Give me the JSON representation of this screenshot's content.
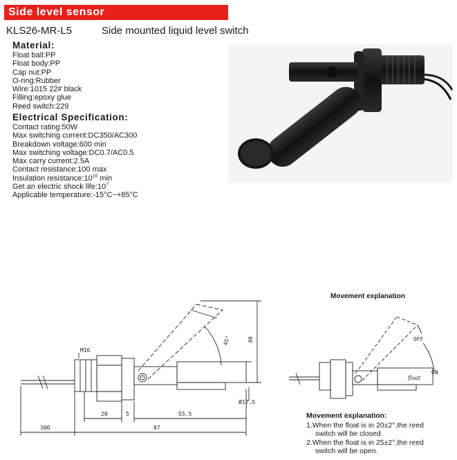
{
  "header": {
    "banner": "Side level sensor",
    "model": "KLS26-MR-L5",
    "description": "Side mounted liquid level switch"
  },
  "material": {
    "title": "Material:",
    "items": [
      "Float ball:PP",
      "Float body:PP",
      "Cap nut:PP",
      "O-ring:Rubber",
      "Wire:1015 22# black",
      "Filling:epoxy glue",
      "Reed switch:229"
    ]
  },
  "electrical": {
    "title": "Electrical Specification:",
    "items": [
      "Contact rating:50W",
      "Max switching current:DC350/AC300",
      "Breakdown voltage:600 min",
      "Max switching voltage:DC0.7/AC0.5",
      "Max carry current:2.5A",
      "Contact resistance:100 max"
    ],
    "insulation_prefix": "Insulation resistance:10",
    "insulation_exp": "10",
    "insulation_suffix": " min",
    "shock_prefix": "Get an electric shock life:10",
    "shock_exp": "7",
    "temperature": "Applicable temperature:-15°C~+85°C"
  },
  "drawing": {
    "thread_label": "M16",
    "angle_label": "45°",
    "height_label": "40",
    "dia_label": "Ø17.5",
    "dim_20": "20",
    "dim_5": "5",
    "dim_55_5": "55.5",
    "dim_300": "300",
    "dim_87": "87"
  },
  "movement": {
    "heading": "Movement explanation",
    "off_label": "OFF",
    "on_label": "ON",
    "float_label": "float",
    "expl_title": "Movement explanation:",
    "line1a": "1.When the float is in 20±2°,the reed",
    "line1b": "switch will be closed.",
    "line2a": "2.When the float is in 25±2°,the reed",
    "line2b": "switch will be open."
  }
}
